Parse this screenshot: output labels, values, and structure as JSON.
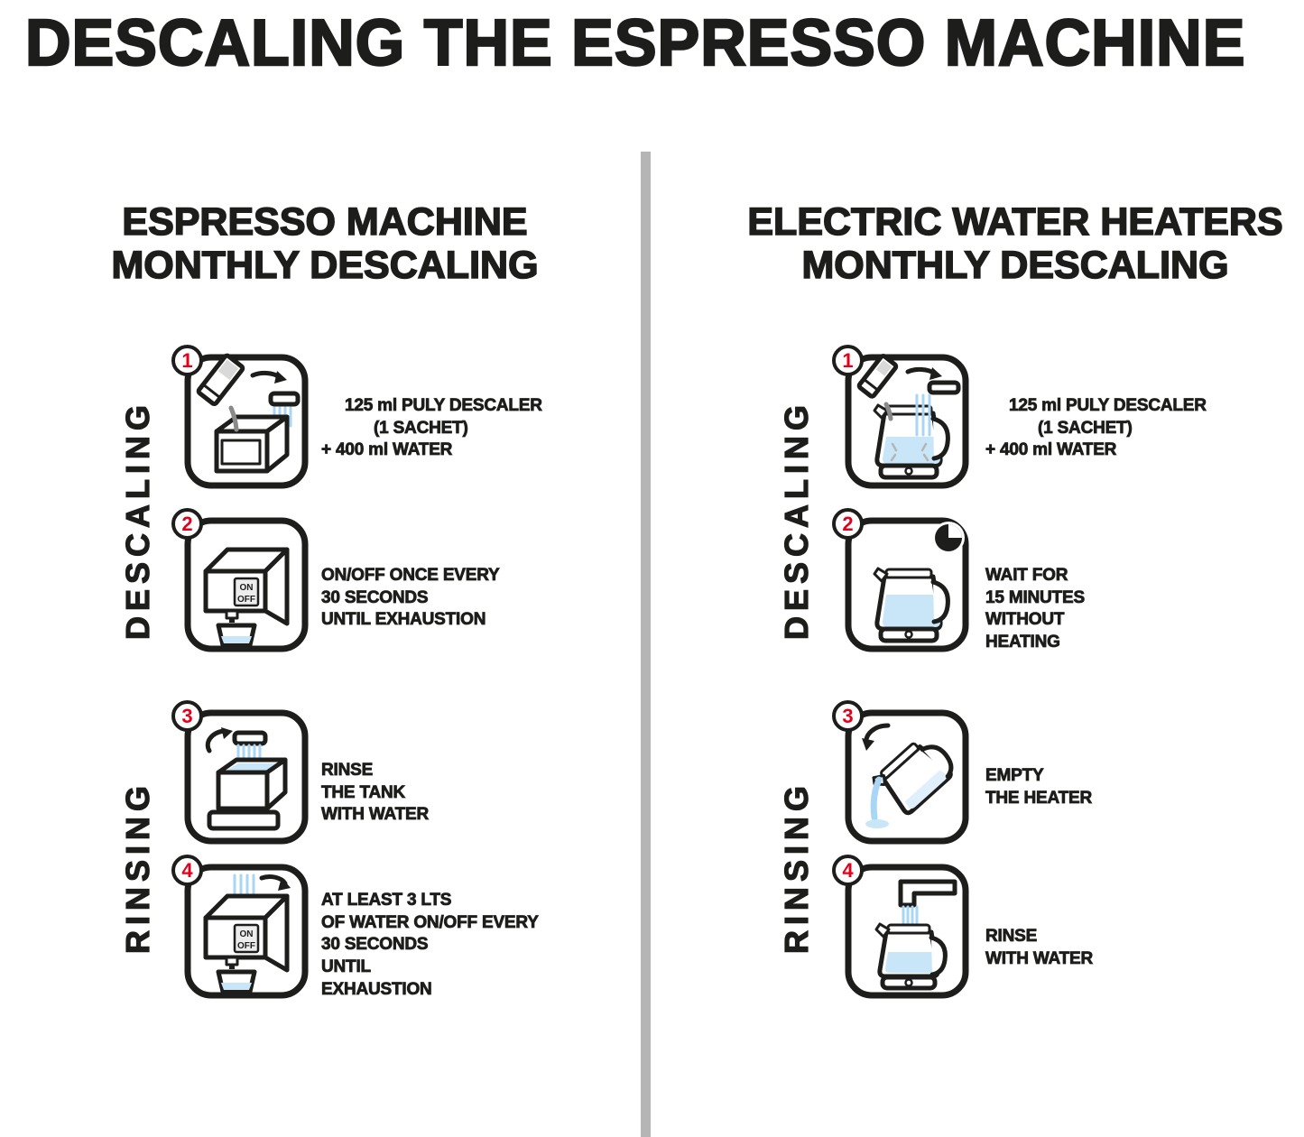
{
  "title": "DESCALING THE ESPRESSO MACHINE",
  "labels": {
    "descaling": "DESCALING",
    "rinsing": "RINSING"
  },
  "icon_text": {
    "on": "ON",
    "off": "OFF"
  },
  "colors": {
    "text_black": "#1d1d1b",
    "accent_red": "#e2001a",
    "water_stream_blue": "#a9d6f4",
    "water_fill_blue": "#c9e6f9",
    "divider_gray": "#b5b5b5"
  },
  "columns": [
    {
      "id": "espresso-machine",
      "header_line1": "ESPRESSO MACHINE",
      "header_line2": "MONTHLY DESCALING",
      "steps": [
        {
          "number": "1",
          "icon": "pour-descaler-into-tank-icon",
          "text_lines": [
            "125 ml PULY DESCALER",
            "(1 SACHET)",
            "+ 400 ml WATER"
          ]
        },
        {
          "number": "2",
          "icon": "machine-dispense-on-off-icon",
          "text_lines": [
            "ON/OFF ONCE EVERY",
            "30 SECONDS",
            "UNTIL EXHAUSTION"
          ]
        },
        {
          "number": "3",
          "icon": "rinse-tank-icon",
          "text_lines": [
            "RINSE",
            "THE TANK",
            "WITH WATER"
          ]
        },
        {
          "number": "4",
          "icon": "machine-rinse-dispense-icon",
          "text_lines": [
            "AT LEAST 3 LTS",
            "OF WATER ON/OFF EVERY",
            "30 SECONDS",
            "UNTIL",
            "EXHAUSTION"
          ]
        }
      ]
    },
    {
      "id": "electric-water-heaters",
      "header_line1": "ELECTRIC WATER HEATERS",
      "header_line2": "MONTHLY DESCALING",
      "steps": [
        {
          "number": "1",
          "icon": "pour-descaler-into-kettle-icon",
          "text_lines": [
            "125 ml PULY DESCALER",
            "(1 SACHET)",
            "+ 400 ml WATER"
          ]
        },
        {
          "number": "2",
          "icon": "kettle-wait-clock-icon",
          "text_lines": [
            "WAIT FOR",
            "15 MINUTES",
            "WITHOUT",
            "HEATING"
          ]
        },
        {
          "number": "3",
          "icon": "empty-kettle-icon",
          "text_lines": [
            "EMPTY",
            "THE HEATER"
          ]
        },
        {
          "number": "4",
          "icon": "rinse-kettle-icon",
          "text_lines": [
            "RINSE",
            "WITH WATER"
          ]
        }
      ]
    }
  ]
}
